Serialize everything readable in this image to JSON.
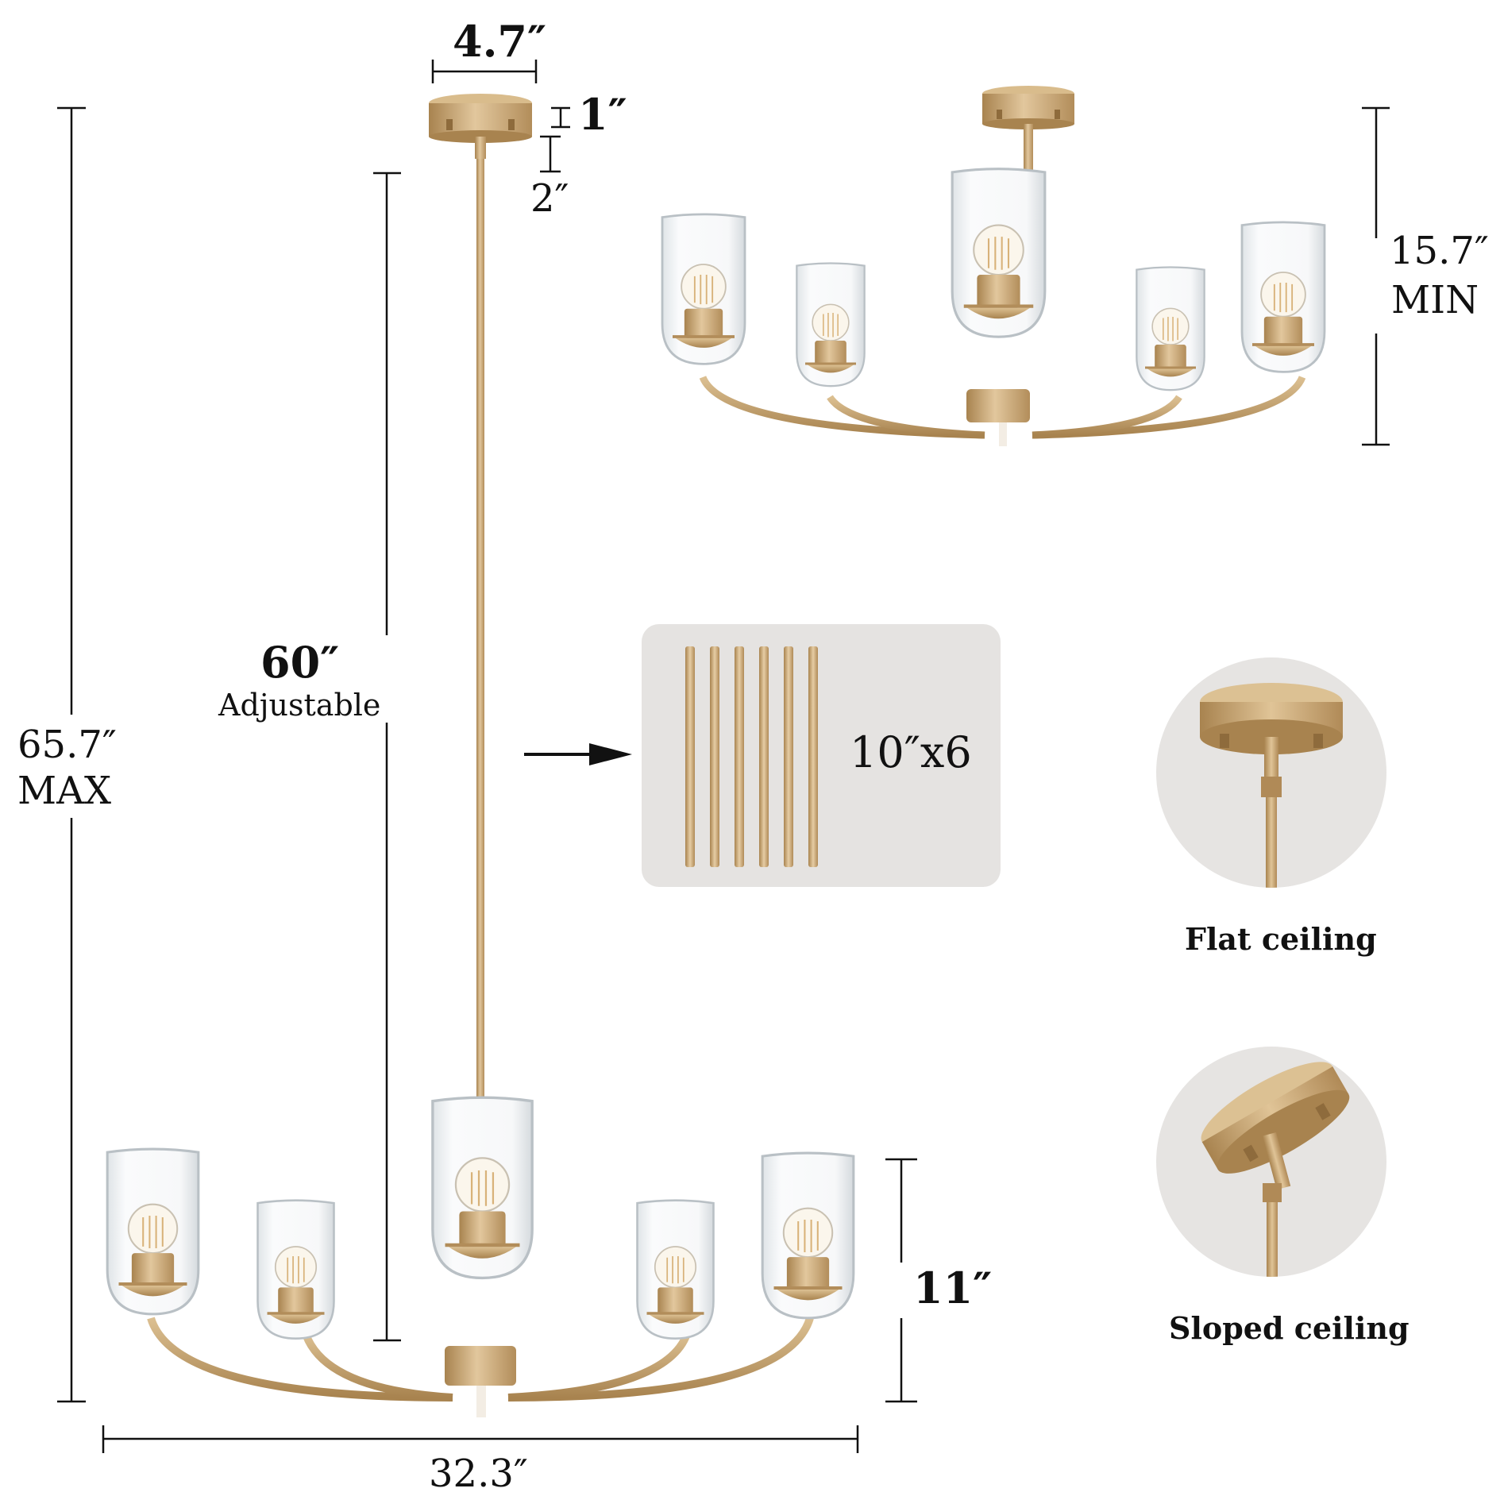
{
  "dimensions": {
    "canopy_width": "4.7″",
    "canopy_height": "1″",
    "stem_top": "2″",
    "rod_length": "60″",
    "rod_note": "Adjustable",
    "max_height": "65.7″",
    "max_label": "MAX",
    "min_height": "15.7″",
    "min_label": "MIN",
    "shade_height": "11″",
    "overall_width": "32.3″"
  },
  "rods": {
    "label": "10″x6",
    "count": 6
  },
  "mounts": [
    {
      "label": "Flat ceiling"
    },
    {
      "label": "Sloped ceiling"
    }
  ],
  "colors": {
    "gold": "#c8a675",
    "gold_dark": "#a8834f",
    "panel": "#e5e3e1"
  }
}
